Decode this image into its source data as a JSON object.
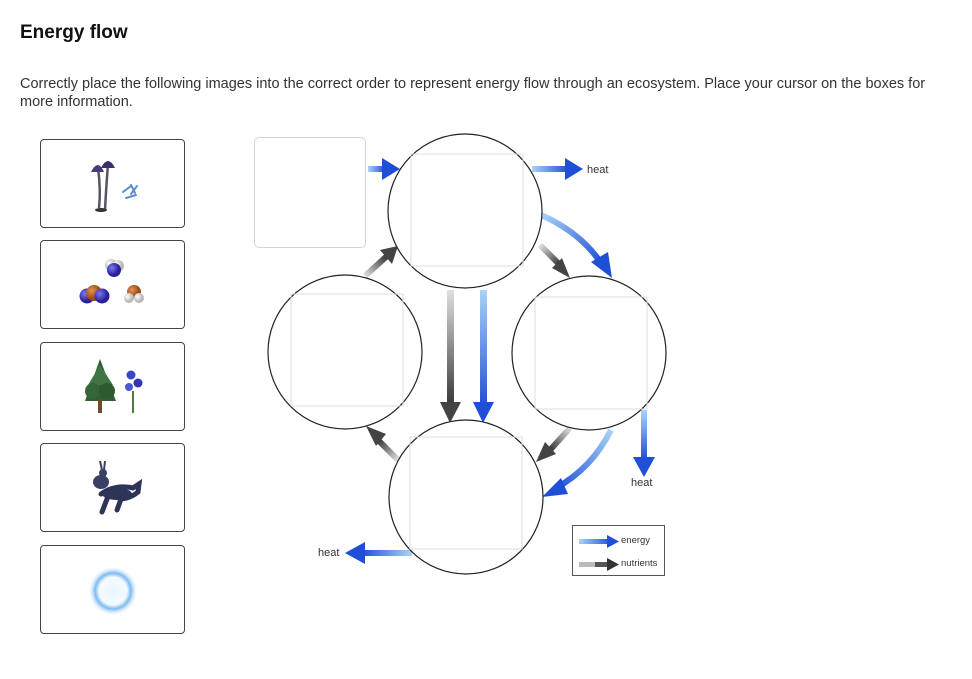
{
  "title": "Energy flow",
  "instructions": "Correctly place the following images into the correct order to represent energy flow through an ecosystem. Place your cursor on the boxes for more information.",
  "tiles": [
    {
      "icon": "mushrooms-bacteria-icon"
    },
    {
      "icon": "molecules-icon"
    },
    {
      "icon": "tree-flowers-icon"
    },
    {
      "icon": "rabbit-wolf-icon"
    },
    {
      "icon": "sun-glow-icon"
    }
  ],
  "labels": {
    "heat_top": "heat",
    "heat_right": "heat",
    "heat_left": "heat"
  },
  "legend": {
    "energy": "energy",
    "nutrients": "nutrients"
  },
  "colors": {
    "energy_arrow": "#1f4fd6",
    "energy_arrow_light": "#9cc8f5",
    "nutrient_arrow": "#333333",
    "nutrient_arrow_light": "#d0d0d0"
  }
}
